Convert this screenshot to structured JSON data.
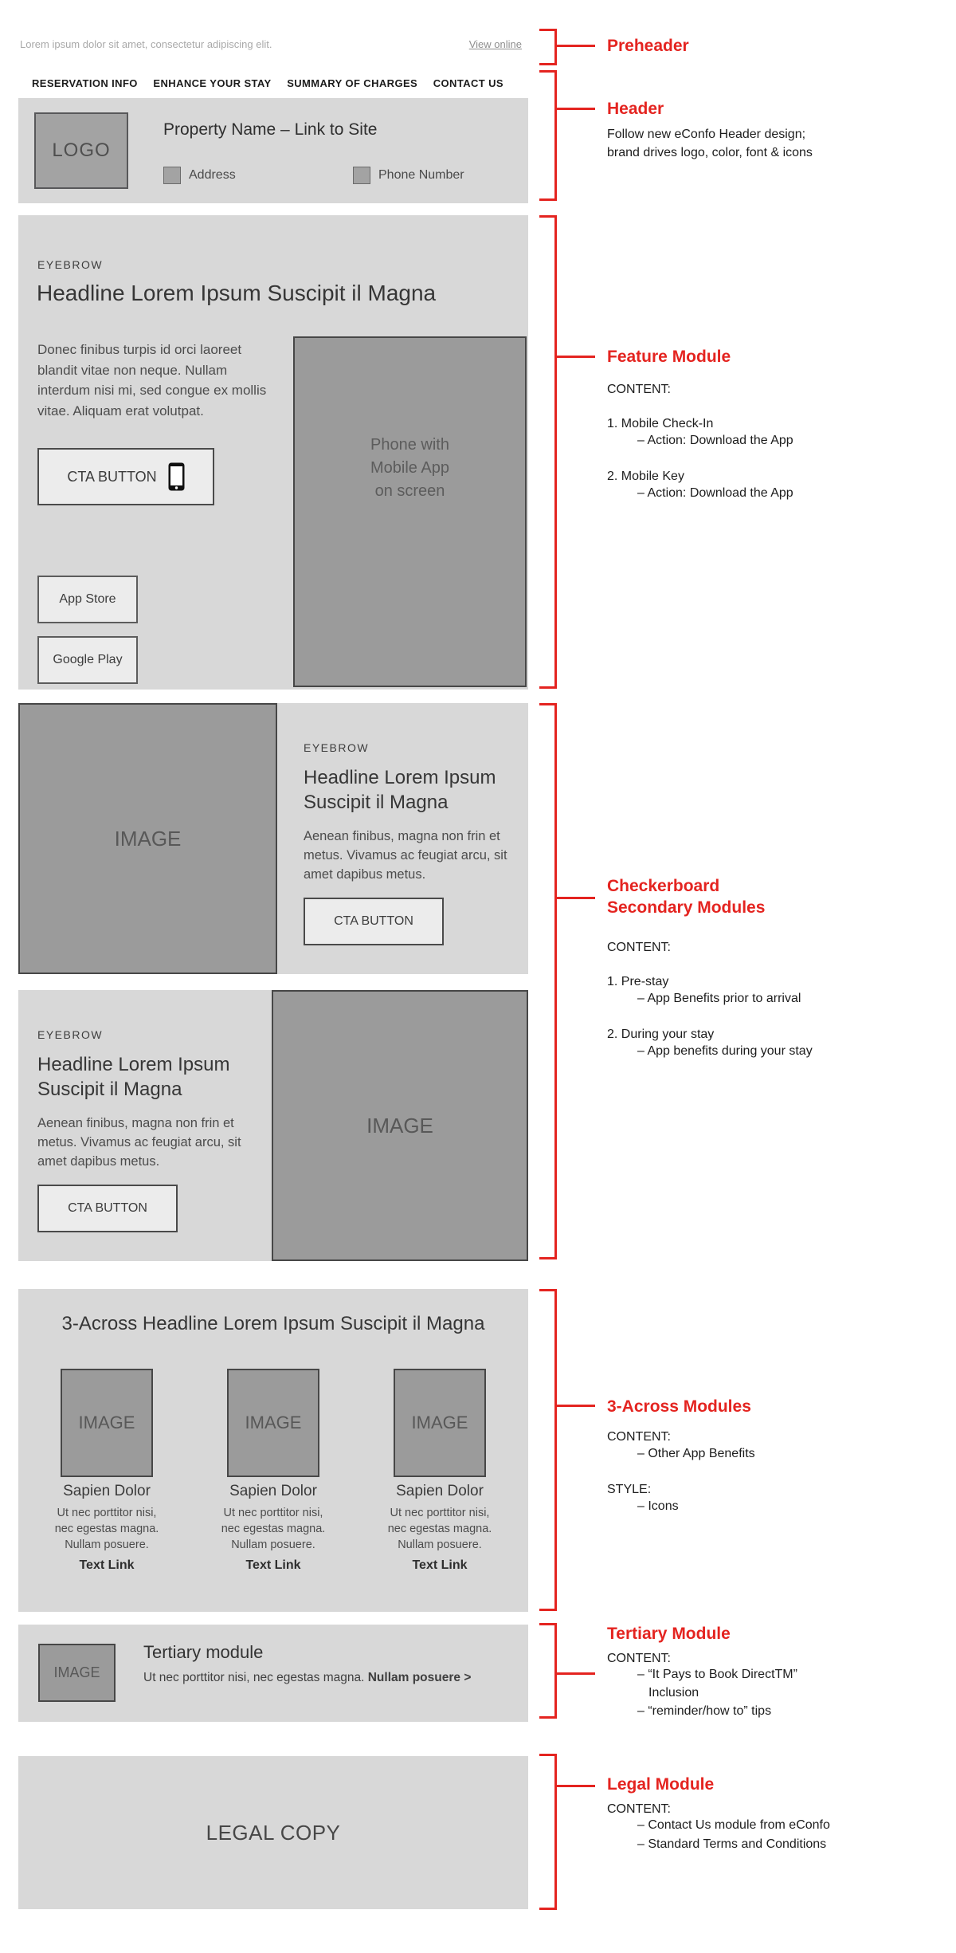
{
  "colors": {
    "accent_red": "#e42420",
    "module_bg": "#d8d8d8",
    "image_placeholder": "#9b9b9b"
  },
  "preheader": {
    "text": "Lorem ipsum dolor sit amet, consectetur adipiscing elit.",
    "link": "View online"
  },
  "nav": {
    "items": [
      "RESERVATION INFO",
      "ENHANCE YOUR STAY",
      "SUMMARY OF CHARGES",
      "CONTACT US"
    ]
  },
  "header": {
    "logo": "LOGO",
    "property_name": "Property Name – Link to Site",
    "address_label": "Address",
    "phone_label": "Phone Number"
  },
  "feature": {
    "eyebrow": "EYEBROW",
    "headline": "Headline Lorem Ipsum Suscipit il Magna",
    "body": "Donec finibus turpis id orci laoreet blandit vitae non neque. Nullam interdum nisi mi, sed congue ex mollis vitae. Aliquam erat volutpat.",
    "cta": "CTA BUTTON",
    "app_store": "App Store",
    "google_play": "Google Play",
    "image_label": "Phone with\nMobile App\non screen"
  },
  "checkerboard": {
    "modules": [
      {
        "image": "IMAGE",
        "eyebrow": "EYEBROW",
        "headline": "Headline Lorem Ipsum\nSuscipit il Magna",
        "body": "Aenean finibus, magna non frin et metus. Vivamus ac feugiat arcu, sit amet dapibus metus.",
        "cta": "CTA BUTTON"
      },
      {
        "image": "IMAGE",
        "eyebrow": "EYEBROW",
        "headline": "Headline Lorem Ipsum\nSuscipit il Magna",
        "body": "Aenean finibus, magna non frin et metus. Vivamus ac feugiat arcu, sit amet dapibus metus.",
        "cta": "CTA BUTTON"
      }
    ]
  },
  "three_across": {
    "headline": "3-Across Headline Lorem Ipsum Suscipit il Magna",
    "columns": [
      {
        "image": "IMAGE",
        "title": "Sapien Dolor",
        "body": "Ut nec porttitor nisi,\nnec egestas magna.\nNullam posuere.",
        "link": "Text Link"
      },
      {
        "image": "IMAGE",
        "title": "Sapien Dolor",
        "body": "Ut nec porttitor nisi,\nnec egestas magna.\nNullam posuere.",
        "link": "Text Link"
      },
      {
        "image": "IMAGE",
        "title": "Sapien Dolor",
        "body": "Ut nec porttitor nisi,\nnec egestas magna.\nNullam posuere.",
        "link": "Text Link"
      }
    ]
  },
  "tertiary": {
    "image": "IMAGE",
    "headline": "Tertiary module",
    "body": "Ut nec porttitor nisi, nec egestas magna. ",
    "body_bold": "Nullam posuere >"
  },
  "legal": {
    "text": "LEGAL COPY"
  },
  "annotations": {
    "preheader": {
      "title": "Preheader"
    },
    "header": {
      "title": "Header",
      "body": "Follow new eConfo Header design;\nbrand drives logo, color, font & icons"
    },
    "feature": {
      "title": "Feature Module",
      "content_label": "CONTENT:",
      "item1": "1. Mobile Check-In",
      "item1_sub": "– Action: Download the App",
      "item2": "2. Mobile Key",
      "item2_sub": "– Action: Download the App"
    },
    "checkerboard": {
      "title": "Checkerboard\nSecondary Modules",
      "content_label": "CONTENT:",
      "item1": "1. Pre-stay",
      "item1_sub": "– App Benefits prior to arrival",
      "item2": "2. During your stay",
      "item2_sub": "– App benefits during your stay"
    },
    "three_across": {
      "title": "3-Across Modules",
      "content_label": "CONTENT:",
      "content_item": "– Other App Benefits",
      "style_label": "STYLE:",
      "style_item": "– Icons"
    },
    "tertiary": {
      "title": "Tertiary Module",
      "content_label": "CONTENT:",
      "line1": "– “It Pays to Book DirectTM”",
      "line2": "Inclusion",
      "line3": "– “reminder/how to” tips"
    },
    "legal": {
      "title": "Legal Module",
      "content_label": "CONTENT:",
      "line1": "– Contact Us module from eConfo",
      "line2": "– Standard Terms and Conditions"
    }
  }
}
